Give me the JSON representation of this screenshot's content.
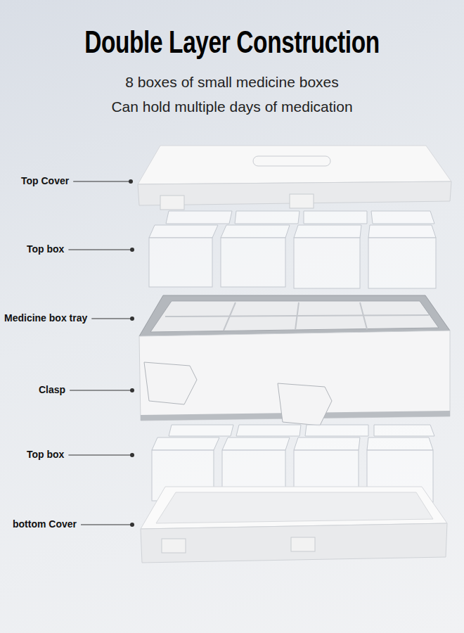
{
  "diagram": {
    "title": "Double Layer Construction",
    "labels": [
      "8 boxes of small medicine boxes",
      "Can hold multiple days of medication",
      "Top Cover",
      "Top box",
      "Medicine box tray",
      "Clasp",
      "Top box",
      "bottom Cover"
    ]
  }
}
